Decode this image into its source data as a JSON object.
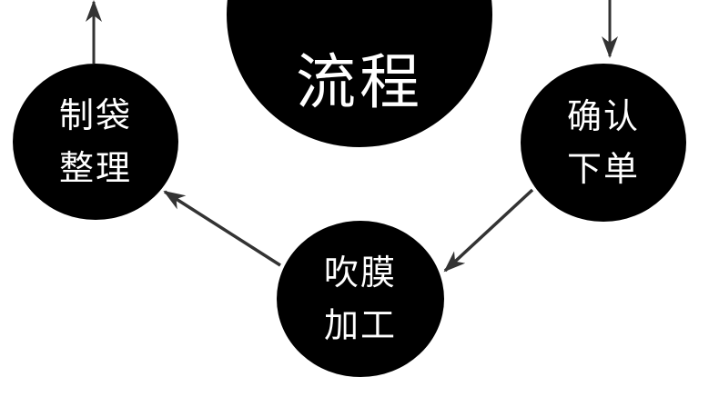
{
  "colors": {
    "circle_fill": "#000000",
    "text": "#ffffff",
    "arrow": "#333333",
    "background": "#ffffff"
  },
  "center": {
    "title": "流程"
  },
  "steps": [
    {
      "id": "confirm",
      "line1": "确认",
      "line2": "下单"
    },
    {
      "id": "film",
      "line1": "吹膜",
      "line2": "加工"
    },
    {
      "id": "bag",
      "line1": "制袋",
      "line2": "整理"
    }
  ]
}
